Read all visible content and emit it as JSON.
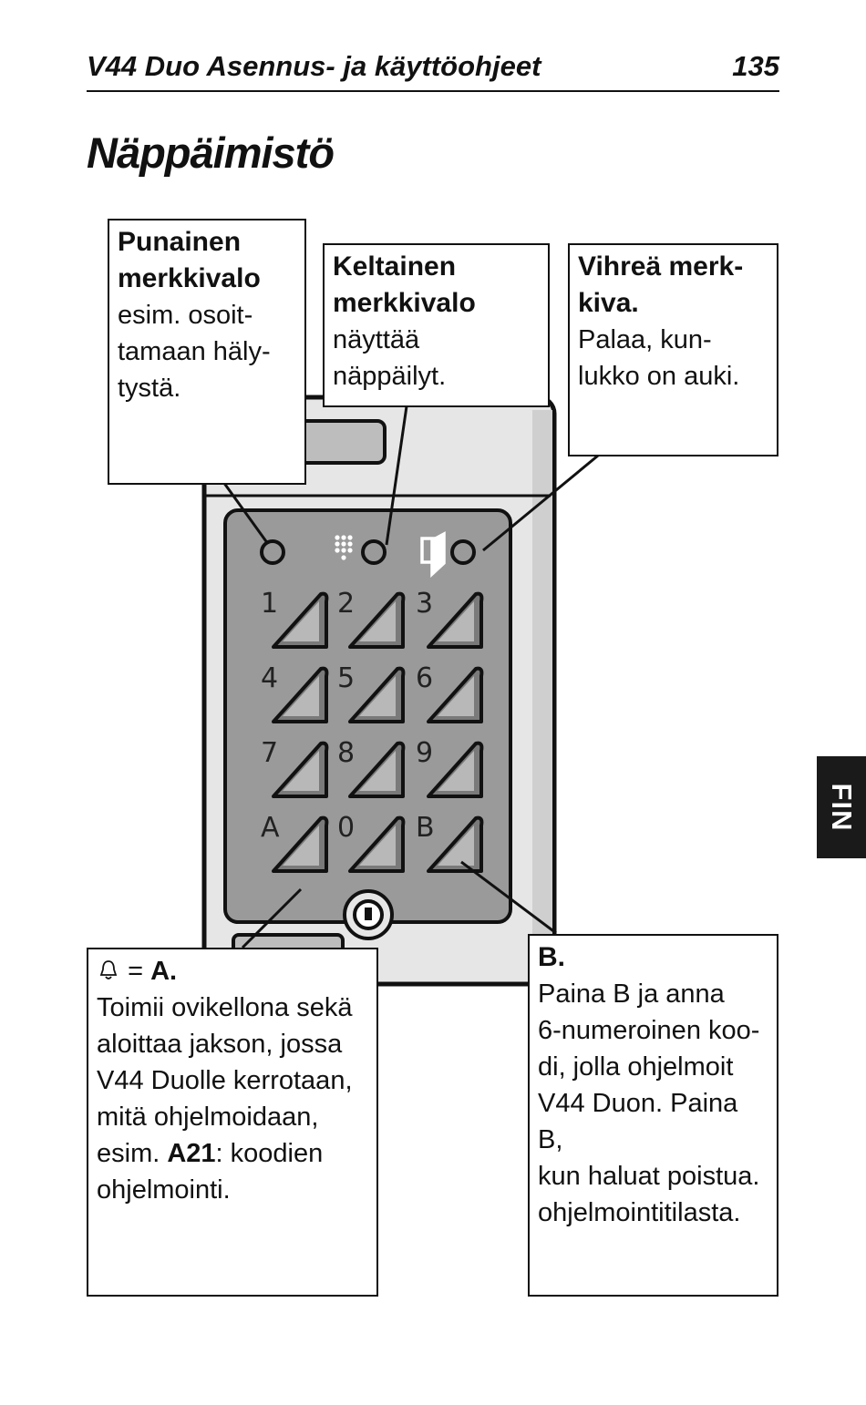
{
  "header": {
    "title": "V44 Duo Asennus- ja käyttöohjeet",
    "page_number": "135"
  },
  "heading": "Näppäimistö",
  "side_tab": "FIN",
  "keypad": {
    "keys": [
      "1",
      "2",
      "3",
      "4",
      "5",
      "6",
      "7",
      "8",
      "9",
      "A",
      "0",
      "B"
    ],
    "icons": [
      "keypad-dots-icon",
      "door-open-icon",
      "key-lock-icon"
    ]
  },
  "callouts": {
    "red_led": {
      "title": "Punainen\nmerkkivalo",
      "text": "esim. osoit-\ntamaan häly-\ntystä."
    },
    "yellow_led": {
      "title": "Keltainen\nmerkkivalo",
      "text": "näyttää\nnäppäilyt."
    },
    "green_led": {
      "title": "Vihreä merk-\nkiva.",
      "text": "Palaa, kun-\nlukko on auki."
    },
    "key_a": {
      "label_eq": "=",
      "label_key": "A.",
      "text_1": "Toimii ovikellona sekä\naloittaa jakson, jossa\nV44 Duolle kerrotaan,\nmitä ohjelmoidaan,\nesim. ",
      "text_bold": "A21",
      "text_2": ": koodien\nohjelmointi."
    },
    "key_b": {
      "title": "B.",
      "text": "Paina B ja anna\n6-numeroinen koo-\ndi, jolla ohjelmoit\nV44 Duon. Paina B,\nkun haluat poistua.\nohjelmointitilasta."
    }
  }
}
